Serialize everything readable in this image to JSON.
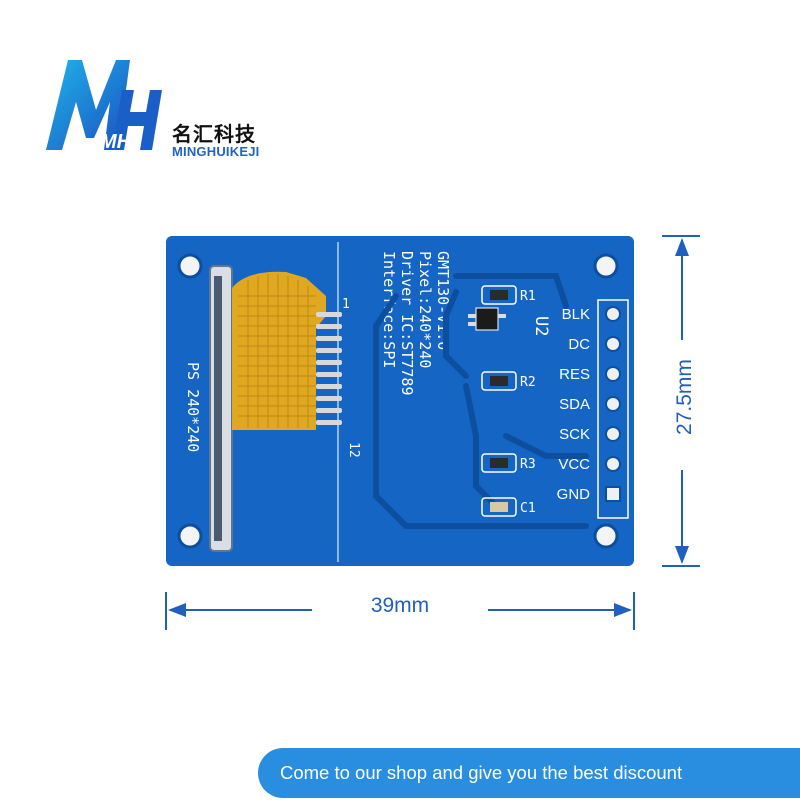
{
  "brand": {
    "name_cn": "名汇科技",
    "name_en": "MINGHUIKEJI",
    "logo_letters": "MH"
  },
  "board": {
    "model": "GMT130-V1.0",
    "pixel": "Pixel:240*240",
    "driver": "Driver IC:ST7789",
    "interface": "Interface:SPI",
    "ps_label": "PS 240*240",
    "ic_label": "U2",
    "components": [
      "R1",
      "R2",
      "R3",
      "C1"
    ],
    "fpc_pin_first": "1",
    "fpc_pin_last": "12",
    "pins": [
      "BLK",
      "DC",
      "RES",
      "SDA",
      "SCK",
      "VCC",
      "GND"
    ]
  },
  "dimensions": {
    "width": "39mm",
    "height": "27.5mm"
  },
  "promo": {
    "text": "Come to our shop and give you the best discount"
  },
  "colors": {
    "pcb": "#1565c4",
    "pcb_dark": "#0d4f9e",
    "fpc_gold": "#e0a820",
    "dimension_blue": "#1f5fbf",
    "banner": "#2a8ee0"
  }
}
